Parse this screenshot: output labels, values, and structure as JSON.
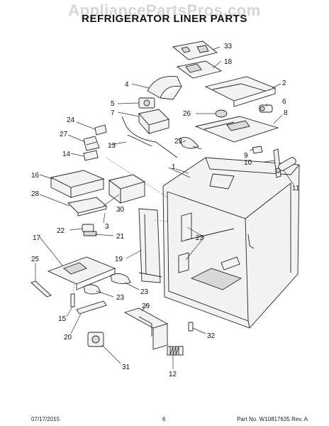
{
  "watermark": "AppliancePartsPros.com",
  "title": "REFRIGERATOR LINER PARTS",
  "footer": {
    "date": "07/17/2015",
    "page": "6",
    "part_info": "Part No. W10817635  Rev. A"
  },
  "callouts": {
    "c1": "1",
    "c2": "2",
    "c3": "3",
    "c4": "4",
    "c5": "5",
    "c6": "6",
    "c7": "7",
    "c8": "8",
    "c9": "9",
    "c10": "10",
    "c11": "11",
    "c12": "12",
    "c13": "13",
    "c14": "14",
    "c15": "15",
    "c16": "16",
    "c17": "17",
    "c18": "18",
    "c19": "19",
    "c20": "20",
    "c21": "21",
    "c22": "22",
    "c23": "23",
    "c24": "24",
    "c25": "25",
    "c26": "26",
    "c27": "27",
    "c28": "28",
    "c29": "29",
    "c30": "30",
    "c31": "31",
    "c32": "32",
    "c33": "33"
  }
}
